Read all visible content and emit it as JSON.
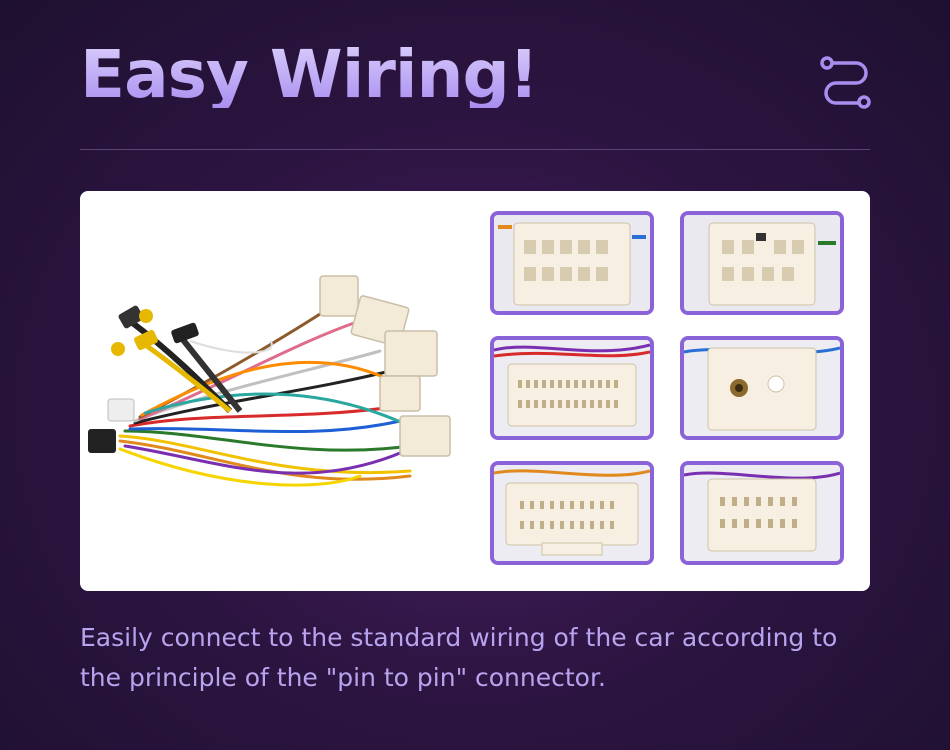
{
  "header": {
    "title": "Easy Wiring!",
    "icon": "route-icon"
  },
  "gallery": {
    "main_image": "wiring-harness-image",
    "connector_images": [
      "connector-16pin-a",
      "connector-16pin-b",
      "connector-24pin-a",
      "connector-antenna",
      "connector-20pin",
      "connector-16pin-c"
    ]
  },
  "description": {
    "text": "Easily connect to the standard wiring of the car according to the principle of the \"pin to pin\" connector."
  },
  "colors": {
    "accent": "#8b63d8",
    "title_gradient_top": "#d9cdfb",
    "title_gradient_bottom": "#a98ef0",
    "description_text": "#b8a4ee",
    "background": "#2e1543"
  }
}
